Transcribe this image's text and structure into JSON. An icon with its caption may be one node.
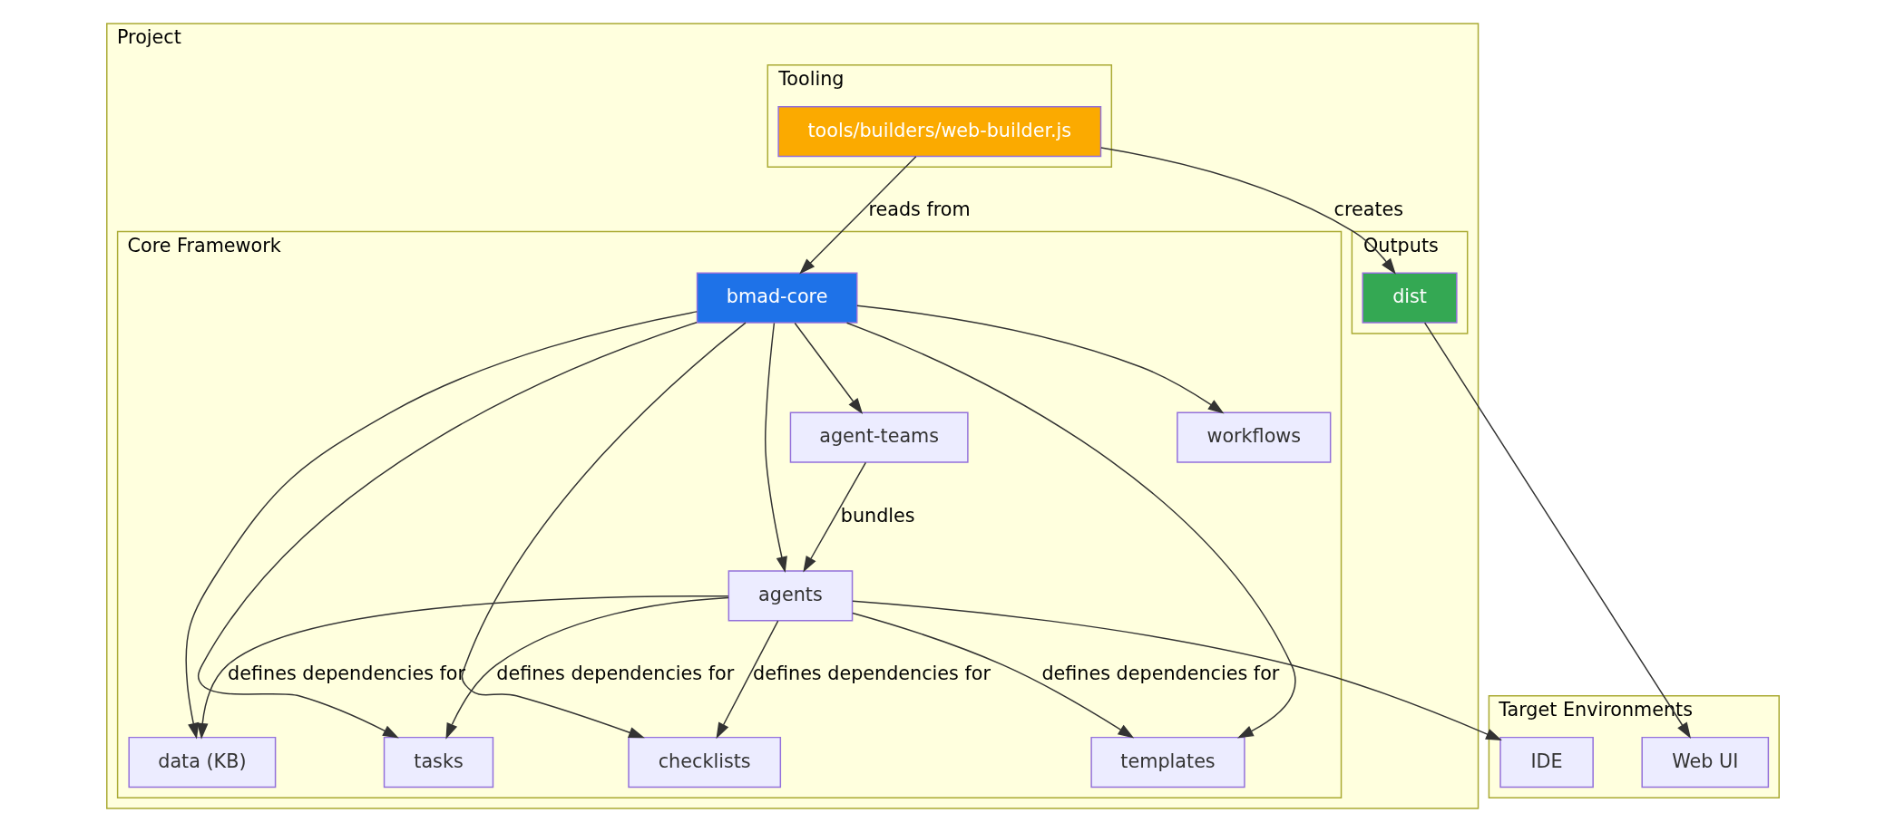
{
  "diagram": {
    "nodes": [
      {
        "text": [
          "Project"
        ]
      },
      {
        "text": [
          "Tooling"
        ],
        "in": 0
      },
      {
        "text": [
          "tools/builders/web-builder.js"
        ],
        "in": 1
      },
      {
        "text": [
          "Core Framework"
        ],
        "in": 0
      },
      {
        "text": [
          "bmad-core"
        ],
        "in": 3
      },
      {
        "text": [
          "workflows"
        ],
        "in": 3
      },
      {
        "text": [
          "agent-teams"
        ],
        "in": 3
      },
      {
        "text": [
          "agents"
        ],
        "in": 3
      },
      {
        "text": [
          "templates"
        ],
        "in": 3
      },
      {
        "text": [
          "tasks"
        ],
        "in": 3
      },
      {
        "text": [
          "checklists"
        ],
        "in": 3
      },
      {
        "text": [
          "data (KB)"
        ],
        "in": 3
      },
      {
        "text": [
          "Outputs"
        ],
        "in": 0
      },
      {
        "text": [
          "dist"
        ],
        "in": 12
      },
      {
        "text": [
          "Target Environments"
        ]
      },
      {
        "text": [
          "IDE"
        ],
        "in": 14
      },
      {
        "text": [
          "Web UI"
        ],
        "in": 14
      }
    ],
    "edges": [
      {
        "from": 2,
        "to": 4,
        "arrow": "to",
        "label": "reads from"
      },
      {
        "from": 2,
        "to": 13,
        "arrow": "to",
        "label": "creates"
      },
      {
        "from": 4,
        "to": 8,
        "arrow": "to"
      },
      {
        "from": 4,
        "to": 5,
        "arrow": "to"
      },
      {
        "from": 4,
        "to": 9,
        "arrow": "to"
      },
      {
        "from": 4,
        "to": 7,
        "arrow": "to"
      },
      {
        "from": 4,
        "to": 6,
        "arrow": "to"
      },
      {
        "from": 4,
        "to": 10,
        "arrow": "to"
      },
      {
        "from": 4,
        "to": 11,
        "arrow": "to"
      },
      {
        "from": 6,
        "to": 7,
        "arrow": "to",
        "label": "bundles"
      },
      {
        "from": 7,
        "to": 8,
        "arrow": "to",
        "label": "defines dependencies for"
      },
      {
        "from": 7,
        "to": 9,
        "arrow": "to",
        "label": "defines dependencies for"
      },
      {
        "from": 7,
        "to": 10,
        "arrow": "to",
        "label": "defines dependencies for"
      },
      {
        "from": 7,
        "to": 11,
        "arrow": "to",
        "label": "defines dependencies for"
      },
      {
        "from": 7,
        "to": 15,
        "arrow": "to"
      },
      {
        "from": 13,
        "to": 16,
        "arrow": "to"
      }
    ]
  }
}
